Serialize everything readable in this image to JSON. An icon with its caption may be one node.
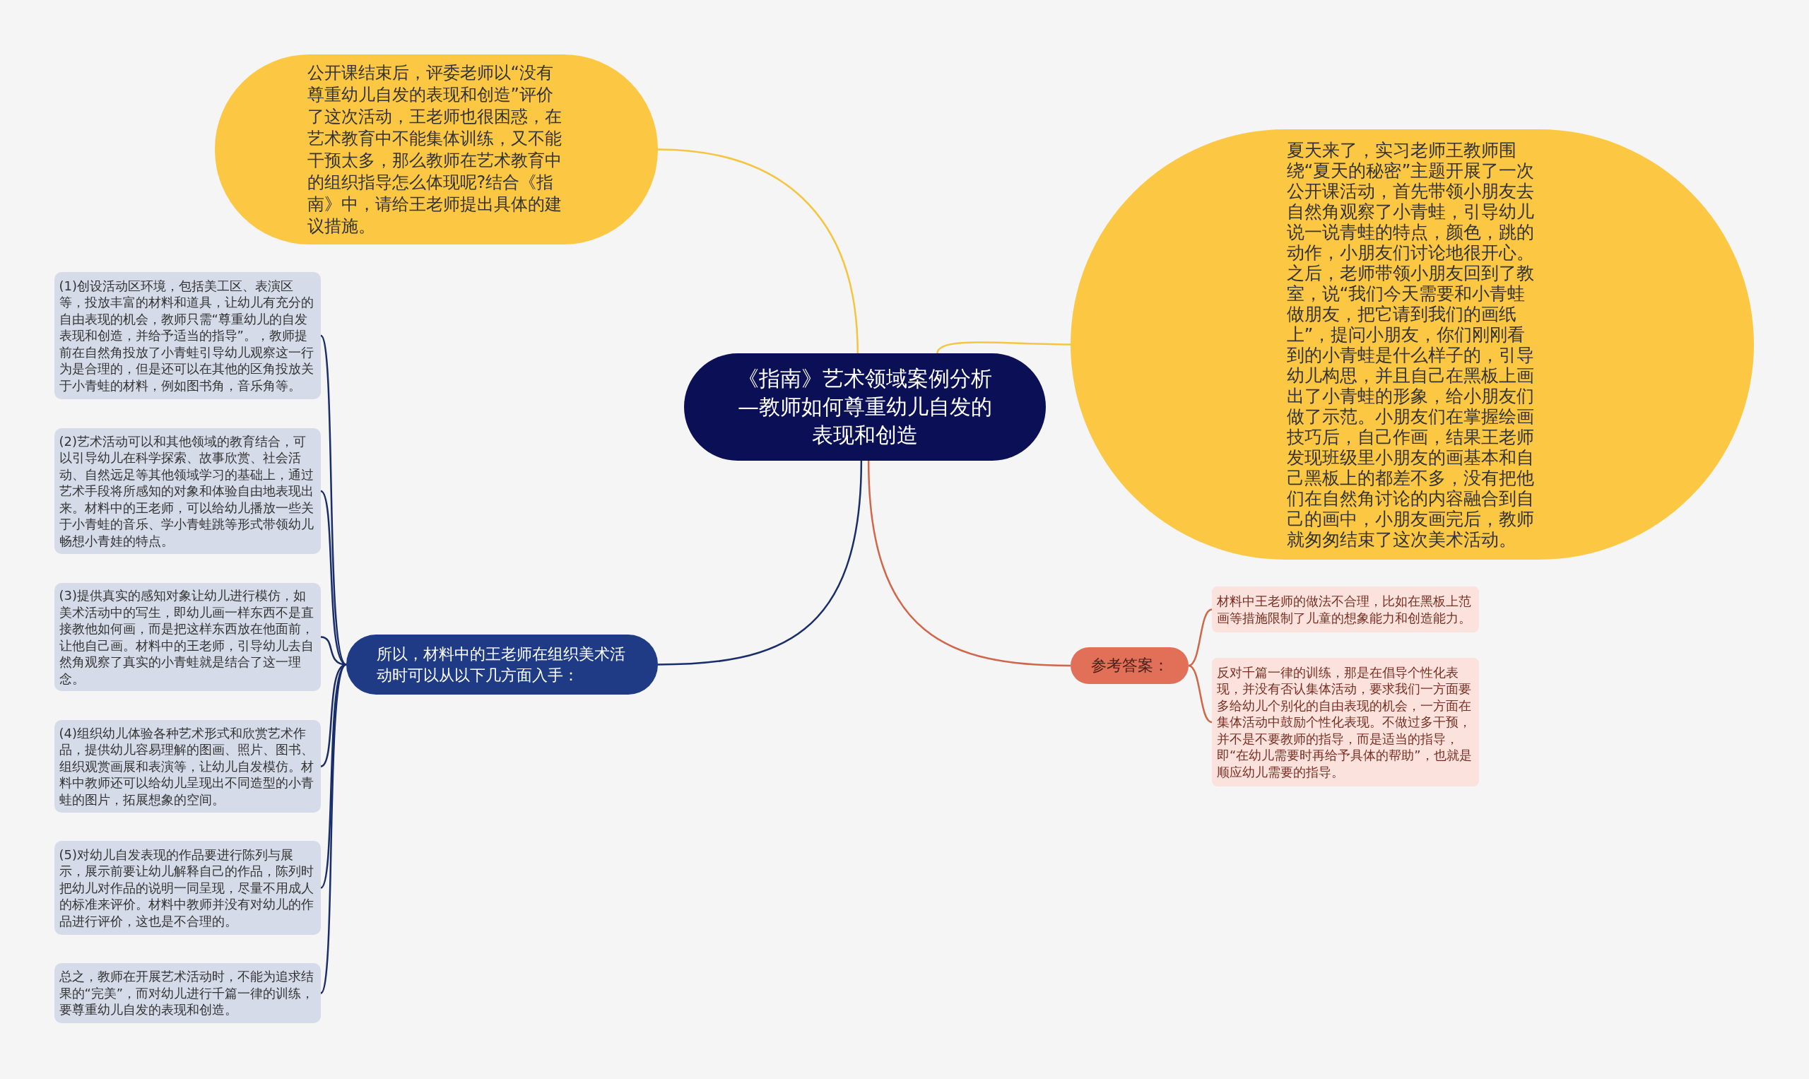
{
  "diagram": {
    "nodes": [
      {
        "text": [
          "《指南》艺术领域案例分析 —教师如何尊重幼儿自发的表现和创造"
        ]
      },
      {
        "text": [
          "公开课结束后，评委老师以“没有尊重幼儿自发的表现和创造”评价了这次活动，王老师也很困惑，在艺术教育中不能集体训练，又不能干预太多，那么教师在艺术教育中的组织指导怎么体现呢?结合《指南》中，请给王老师提出具体的建议措施。"
        ]
      },
      {
        "text": [
          "夏天来了，实习老师王教师围绕“夏天的秘密”主题开展了一次公开课活动，首先带领小朋友去自然角观察了小青蛙，引导幼儿说一说青蛙的特点，颜色，跳的动作，小朋友们讨论地很开心。之后，老师带领小朋友回到了教室，说“我们今天需要和小青蛙做朋友，把它请到我们的画纸上”，提问小朋友，你们刚刚看到的小青蛙是什么样子的，引导幼儿构思，并且自己在黑板上画出了小青蛙的形象，给小朋友们做了示范。小朋友们在掌握绘画技巧后，自己作画，结果王老师发现班级里小朋友的画基本和自己黑板上的都差不多，没有把他们在自然角讨论的内容融合到自己的画中，小朋友画完后，教师就匆匆结束了这次美术活动。"
        ]
      },
      {
        "text": [
          "所以，材料中的王老师在组织美术活动时可以从以下几方面入手："
        ]
      },
      {
        "text": [
          "(1)创设活动区环境，包括美工区、表演区等，投放丰富的材料和道具，让幼儿有充分的自由表现的机会，教师只需“尊重幼儿的自发表现和创造，并给予适当的指导”。，教师提前在自然角投放了小青蛙引导幼儿观察这一行为是合理的，但是还可以在其他的区角投放关于小青蛙的材料，例如图书角，音乐角等。"
        ]
      },
      {
        "text": [
          "(2)艺术活动可以和其他领域的教育结合，可以引导幼儿在科学探索、故事欣赏、社会活动、自然远足等其他领域学习的基础上，通过艺术手段将所感知的对象和体验自由地表现出来。材料中的王老师，可以给幼儿播放一些关于小青蛙的音乐、学小青蛙跳等形式带领幼儿畅想小青娃的特点。"
        ]
      },
      {
        "text": [
          "(3)提供真实的感知对象让幼儿进行模仿，如美术活动中的写生，即幼儿画一样东西不是直接教他如何画，而是把这样东西放在他面前，让他自己画。材料中的王老师，引导幼儿去自然角观察了真实的小青蛙就是结合了这一理念。"
        ]
      },
      {
        "text": [
          "(4)组织幼儿体验各种艺术形式和欣赏艺术作品，提供幼儿容易理解的图画、照片、图书、组织观赏画展和表演等，让幼儿自发模仿。材料中教师还可以给幼儿呈现出不同造型的小青蛙的图片，拓展想象的空间。"
        ]
      },
      {
        "text": [
          "(5)对幼儿自发表现的作品要进行陈列与展示，展示前要让幼儿解释自己的作品，陈列时把幼儿对作品的说明一同呈现，尽量不用成人的标准来评价。材料中教师并没有对幼儿的作品进行评价，这也是不合理的。"
        ]
      },
      {
        "text": [
          "总之，教师在开展艺术活动时，不能为追求结果的“完美”，而对幼儿进行千篇一律的训练，要尊重幼儿自发的表现和创造。"
        ]
      },
      {
        "text": [
          "参考答案："
        ]
      },
      {
        "text": [
          "材料中王老师的做法不合理，比如在黑板上范画等措施限制了儿童的想象能力和创造能力。"
        ]
      },
      {
        "text": [
          "反对千篇一律的训练，那是在倡导个性化表现，并没有否认集体活动，要求我们一方面要多给幼儿个别化的自由表现的机会，一方面在集体活动中鼓励个性化表现。不做过多干预，并不是不要教师的指导，而是适当的指导，即“在幼儿需要时再给予具体的帮助”，也就是顺应幼儿需要的指导。"
        ]
      }
    ],
    "edges": [
      {
        "from": 0,
        "to": 1,
        "arrow": "none",
        "color": "#f5c542"
      },
      {
        "from": 0,
        "to": 2,
        "arrow": "none",
        "color": "#f5c542"
      },
      {
        "from": 0,
        "to": 3,
        "arrow": "none"
      },
      {
        "from": 3,
        "to": 4,
        "arrow": "none"
      },
      {
        "from": 3,
        "to": 5,
        "arrow": "none"
      },
      {
        "from": 3,
        "to": 6,
        "arrow": "none"
      },
      {
        "from": 3,
        "to": 7,
        "arrow": "none"
      },
      {
        "from": 3,
        "to": 8,
        "arrow": "none"
      },
      {
        "from": 3,
        "to": 9,
        "arrow": "none"
      },
      {
        "from": 0,
        "to": 10,
        "arrow": "none",
        "color": "#d0664a"
      },
      {
        "from": 10,
        "to": 11,
        "arrow": "none",
        "color": "#d0664a"
      },
      {
        "from": 10,
        "to": 12,
        "arrow": "none",
        "color": "#d0664a"
      }
    ]
  }
}
